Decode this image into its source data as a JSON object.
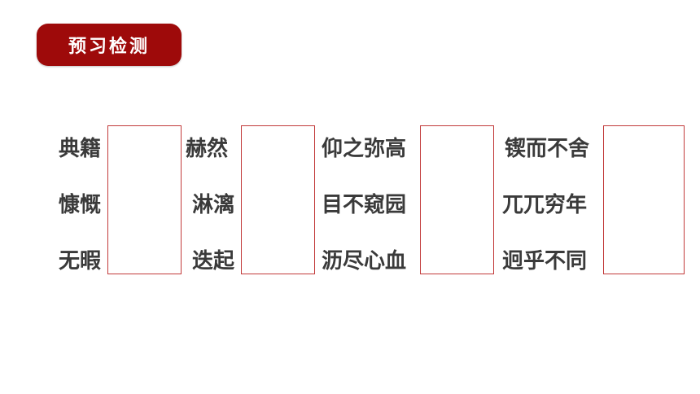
{
  "header": {
    "title": "预习检测"
  },
  "words": {
    "col1": [
      "典籍",
      "慷慨",
      "无暇"
    ],
    "col2": [
      "赫然",
      "淋漓",
      "迭起"
    ],
    "col3": [
      "仰之弥高",
      "目不窥园",
      "沥尽心血"
    ],
    "col4": [
      "锲而不舍",
      "兀兀穷年",
      "迥乎不同"
    ]
  },
  "colors": {
    "accent": "#9e0a0a",
    "box_border": "#c23a3a",
    "text": "#3a3a3a"
  }
}
